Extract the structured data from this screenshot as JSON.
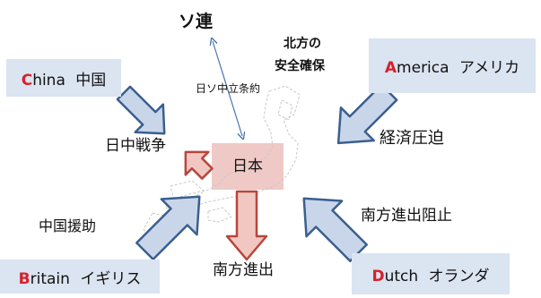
{
  "labels": {
    "ussr": "ソ連",
    "pact": "日ソ中立条約",
    "north_security_line1": "北方の",
    "north_security_line2": "安全確保",
    "sino_japanese_war": "日中戦争",
    "japan": "日本",
    "economic_pressure": "経済圧迫",
    "aid_to_china": "中国援助",
    "block_south_advance": "南方進出阻止",
    "southern_advance": "南方進出"
  },
  "countries": {
    "china": {
      "initial": "C",
      "rest": "hina",
      "jp": "中国"
    },
    "america": {
      "initial": "A",
      "rest": "merica",
      "jp": "アメリカ"
    },
    "britain": {
      "initial": "B",
      "rest": "ritain",
      "jp": "イギリス"
    },
    "dutch": {
      "initial": "D",
      "rest": "utch",
      "jp": "オランダ"
    }
  },
  "colors": {
    "country_box": "#dbe4f1",
    "initial_letter": "#d8202a",
    "pressure_arrow_fill": "#c9d6ea",
    "pressure_arrow_stroke": "#3a5f8f",
    "japan_arrow_fill": "#f2c7c2",
    "japan_arrow_stroke": "#b8463d",
    "japan_block": "#efc9c6"
  }
}
